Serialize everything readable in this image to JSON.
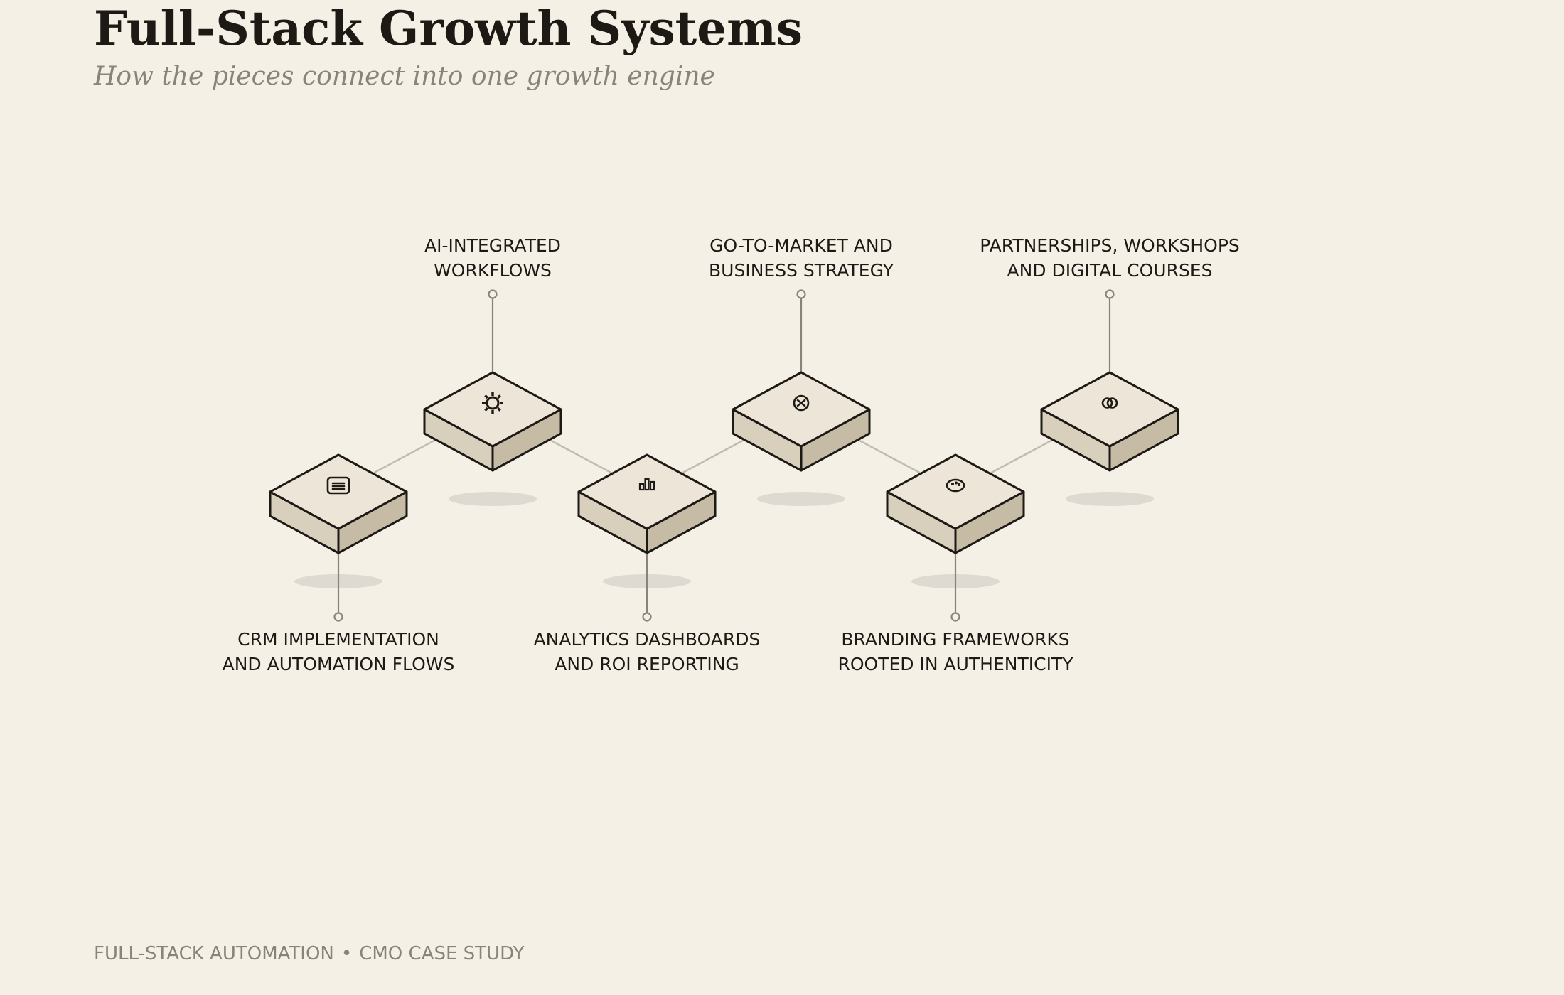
{
  "header": {
    "title": "Full-Stack Growth Systems",
    "subtitle": "How the pieces connect into one growth engine"
  },
  "nodes": [
    {
      "label_lines": [
        "CRM IMPLEMENTATION",
        "AND AUTOMATION FLOWS"
      ],
      "icon": "list-card-icon",
      "label_position": "below"
    },
    {
      "label_lines": [
        "AI-INTEGRATED",
        "WORKFLOWS"
      ],
      "icon": "gear-icon",
      "label_position": "above"
    },
    {
      "label_lines": [
        "ANALYTICS DASHBOARDS",
        "AND ROI REPORTING"
      ],
      "icon": "bar-chart-icon",
      "label_position": "below"
    },
    {
      "label_lines": [
        "GO-TO-MARKET AND",
        "BUSINESS STRATEGY"
      ],
      "icon": "compass-icon",
      "label_position": "above"
    },
    {
      "label_lines": [
        "BRANDING FRAMEWORKS",
        "ROOTED IN AUTHENTICITY"
      ],
      "icon": "palette-icon",
      "label_position": "below"
    },
    {
      "label_lines": [
        "PARTNERSHIPS, WORKSHOPS",
        "AND DIGITAL COURSES"
      ],
      "icon": "interlocking-rings-icon",
      "label_position": "above"
    }
  ],
  "footer": {
    "left": "FULL-STACK AUTOMATION",
    "separator": "•",
    "right": "CMO CASE STUDY"
  },
  "colors": {
    "background": "#f4f0e6",
    "top_face": "#ede5d8",
    "left_face": "#d8cfbd",
    "right_face": "#c6bca6",
    "outline": "#1d1a16",
    "connector": "#c2bcb0",
    "leader": "#8a8478",
    "shadow": "#d9d5cc"
  }
}
